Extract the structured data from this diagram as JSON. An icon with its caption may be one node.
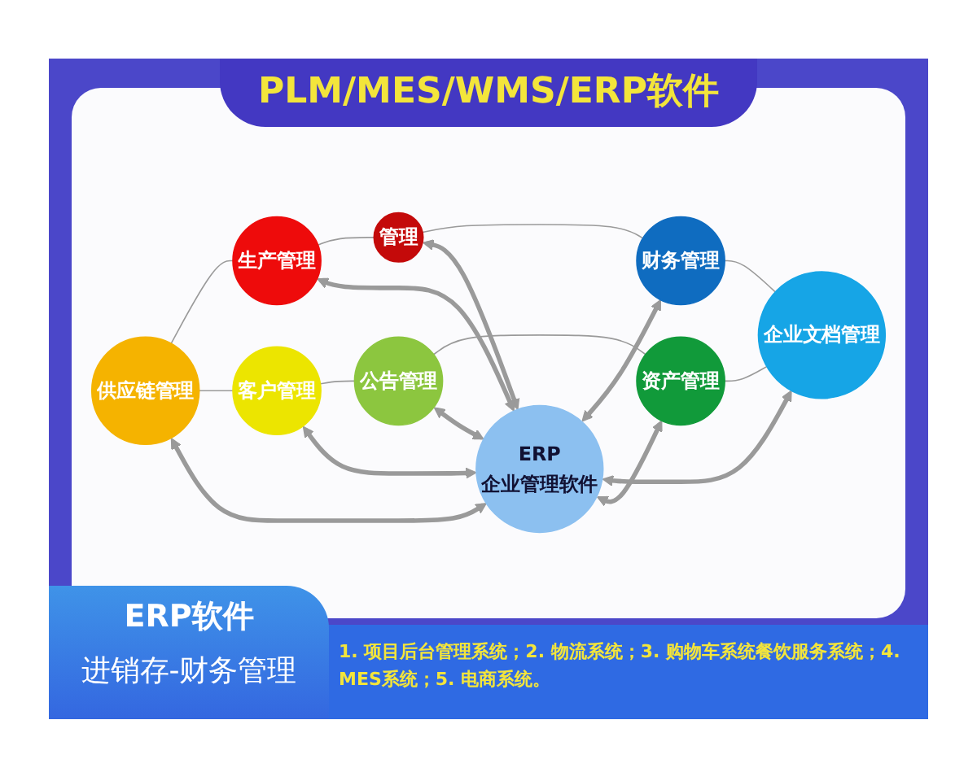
{
  "diagram": {
    "title": "PLM/MES/WMS/ERP软件",
    "nodes": [
      {
        "text": [
          "管理"
        ]
      },
      {
        "text": [
          "生产管理"
        ]
      },
      {
        "text": [
          "财务管理"
        ]
      },
      {
        "text": [
          "ERP",
          "企业管理软件"
        ]
      },
      {
        "text": [
          "供应链管理"
        ]
      },
      {
        "text": [
          "企业文档管理"
        ]
      },
      {
        "text": [
          "客户管理"
        ]
      },
      {
        "text": [
          "资产管理"
        ]
      },
      {
        "text": [
          "公告管理"
        ]
      }
    ],
    "edges": [
      {
        "from": 4,
        "to": 1,
        "arrow": "none"
      },
      {
        "from": 1,
        "to": 0,
        "arrow": "none"
      },
      {
        "from": 0,
        "to": 2,
        "arrow": "none"
      },
      {
        "from": 2,
        "to": 5,
        "arrow": "none"
      },
      {
        "from": 4,
        "to": 6,
        "arrow": "none"
      },
      {
        "from": 6,
        "to": 8,
        "arrow": "none"
      },
      {
        "from": 8,
        "to": 7,
        "arrow": "none"
      },
      {
        "from": 7,
        "to": 5,
        "arrow": "none"
      },
      {
        "from": 0,
        "to": 3,
        "arrow": "both",
        "style": "thick"
      },
      {
        "from": 1,
        "to": 3,
        "arrow": "both",
        "style": "thick"
      },
      {
        "from": 3,
        "to": 2,
        "arrow": "both",
        "style": "thick"
      },
      {
        "from": 4,
        "to": 3,
        "arrow": "both",
        "style": "thick"
      },
      {
        "from": 3,
        "to": 5,
        "arrow": "both",
        "style": "thick"
      },
      {
        "from": 6,
        "to": 3,
        "arrow": "both",
        "style": "thick"
      },
      {
        "from": 3,
        "to": 7,
        "arrow": "both",
        "style": "thick"
      },
      {
        "from": 8,
        "to": 3,
        "arrow": "both",
        "style": "thick"
      }
    ],
    "labels": [
      "ERP软件",
      "进销存-财务管理",
      "1. 项目后台管理系统；2. 物流系统；3. 购物车系统餐饮服务系统；4. MES系统；5. 电商系统。"
    ]
  }
}
